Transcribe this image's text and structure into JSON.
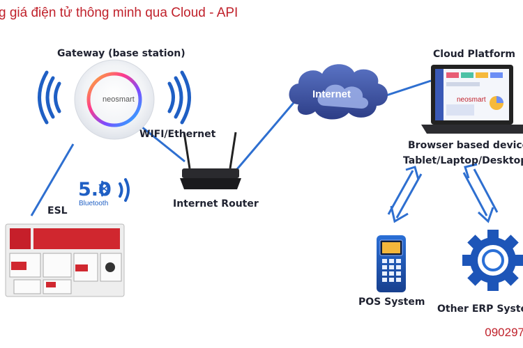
{
  "header": {
    "title": "g giá điện tử thông minh qua Cloud - API"
  },
  "nodes": {
    "gateway_label": "Gateway (base station)",
    "gateway_brand": "neosmart",
    "wifi_label": "WIFI/Ethernet",
    "bluetooth_version": "5.0",
    "bluetooth_text": "Bluetooth",
    "esl_label": "ESL",
    "router_label": "Internet Router",
    "internet_label": "Internet",
    "cloud_label": "Cloud Platform",
    "laptop_brand": "neosmart",
    "browser_line1": "Browser based device",
    "browser_line2": "Tablet/Laptop/Desktop",
    "pos_label": "POS System",
    "erp_label": "Other ERP System"
  },
  "footer": {
    "phone": "090297"
  },
  "colors": {
    "title_red": "#c0212b",
    "arrow_blue": "#2e6fd0",
    "wave_blue": "#1f5fc4",
    "cloud_blue": "#3b4f9a"
  },
  "icons": [
    "wifi-wave-icon",
    "bluetooth-icon",
    "router-icon",
    "cloud-icon",
    "laptop-icon",
    "pos-terminal-icon",
    "gear-icon",
    "esl-tags-icon"
  ]
}
